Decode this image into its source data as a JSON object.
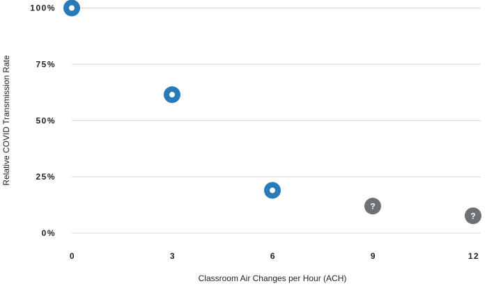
{
  "chart_data": {
    "type": "scatter",
    "title": "",
    "xlabel": "Classroom Air Changes per Hour (ACH)",
    "ylabel": "Relative COVID Transmission Rate",
    "xlim": [
      0,
      12
    ],
    "ylim": [
      0,
      100
    ],
    "x_ticks": [
      0,
      3,
      6,
      9,
      12
    ],
    "x_tick_labels": [
      "0",
      "3",
      "6",
      "9",
      "12"
    ],
    "y_ticks": [
      0,
      25,
      50,
      75,
      100
    ],
    "y_tick_labels": [
      "0%",
      "25%",
      "50%",
      "75%",
      "100%"
    ],
    "grid": true,
    "points": [
      {
        "x": 0,
        "y": 100,
        "kind": "known"
      },
      {
        "x": 3,
        "y": 61.5,
        "kind": "known"
      },
      {
        "x": 6,
        "y": 19,
        "kind": "known"
      },
      {
        "x": 9,
        "y": 12,
        "kind": "uncertain",
        "label": "?"
      },
      {
        "x": 12,
        "y": 7.7,
        "kind": "uncertain",
        "label": "?"
      }
    ],
    "colors": {
      "known": "#2a7ab9",
      "uncertain": "#6b7174"
    }
  }
}
